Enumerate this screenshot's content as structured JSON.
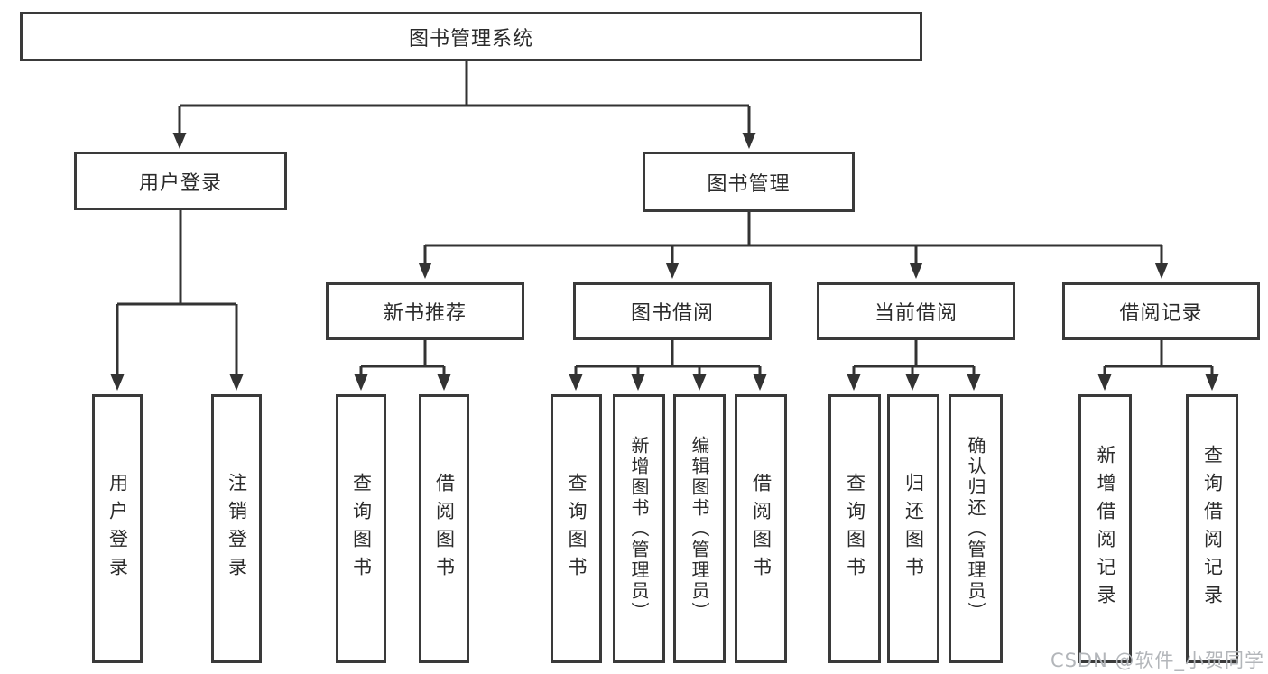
{
  "colors": {
    "line": "#333333",
    "box_border": "#3a3a3a",
    "text": "#2b2b2b",
    "background": "#ffffff",
    "watermark": "#b3b6ba"
  },
  "watermark": {
    "text": "CSDN @软件_小贺同学"
  },
  "diagram": {
    "type": "hierarchy-tree",
    "root": {
      "label": "图书管理系统"
    },
    "branches": [
      {
        "label": "用户登录",
        "children": [
          {
            "label": "用户登录"
          },
          {
            "label": "注销登录"
          }
        ]
      },
      {
        "label": "图书管理",
        "children": [
          {
            "label": "新书推荐",
            "children": [
              {
                "label": "查询图书"
              },
              {
                "label": "借阅图书"
              }
            ]
          },
          {
            "label": "图书借阅",
            "children": [
              {
                "label": "查询图书"
              },
              {
                "label": "新增图书（管理员）"
              },
              {
                "label": "编辑图书（管理员）"
              },
              {
                "label": "借阅图书"
              }
            ]
          },
          {
            "label": "当前借阅",
            "children": [
              {
                "label": "查询图书"
              },
              {
                "label": "归还图书"
              },
              {
                "label": "确认归还（管理员）"
              }
            ]
          },
          {
            "label": "借阅记录",
            "children": [
              {
                "label": "新增借阅记录"
              },
              {
                "label": "查询借阅记录"
              }
            ]
          }
        ]
      }
    ]
  }
}
